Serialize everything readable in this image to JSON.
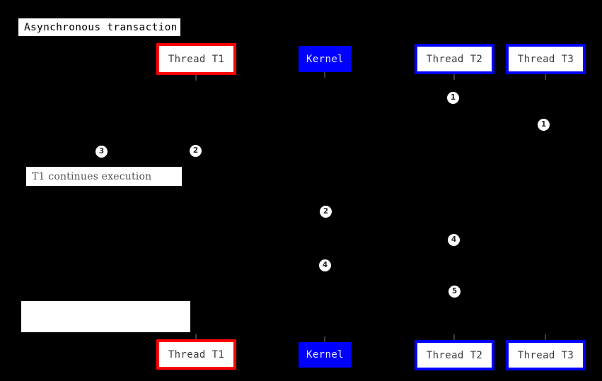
{
  "diagram": {
    "title": "Asynchronous transaction",
    "background_color": "#000000",
    "type": "uml-sequence-diagram"
  },
  "colors": {
    "background": "#000000",
    "thread_t1_accent": "#ff0000",
    "kernel_accent": "#0000ff",
    "thread_t2_accent": "#0000ff",
    "thread_t3_accent": "#0000ff",
    "box_fill": "#ffffff",
    "box_text": "#3a3a3a",
    "step_circle_fill": "#ffffff",
    "step_circle_text": "#2a2a2a"
  },
  "lifelines": {
    "header": [
      {
        "label": "Thread T1",
        "accent": "#ff0000",
        "style": "framed"
      },
      {
        "label": "Kernel",
        "accent": "#0000ff",
        "style": "solid"
      },
      {
        "label": "Thread T2",
        "accent": "#0000ff",
        "style": "framed"
      },
      {
        "label": "Thread T3",
        "accent": "#0000ff",
        "style": "framed"
      }
    ],
    "footer": [
      {
        "label": "Thread T1",
        "accent": "#ff0000",
        "style": "framed"
      },
      {
        "label": "Kernel",
        "accent": "#0000ff",
        "style": "solid"
      },
      {
        "label": "Thread T2",
        "accent": "#0000ff",
        "style": "framed"
      },
      {
        "label": "Thread T3",
        "accent": "#0000ff",
        "style": "framed"
      }
    ]
  },
  "notes": [
    {
      "text": "T1 continues execution",
      "blank": false
    },
    {
      "text": "",
      "blank": true
    }
  ],
  "steps": [
    {
      "number": "1"
    },
    {
      "number": "1"
    },
    {
      "number": "3"
    },
    {
      "number": "2"
    },
    {
      "number": "2"
    },
    {
      "number": "4"
    },
    {
      "number": "4"
    },
    {
      "number": "5"
    }
  ]
}
